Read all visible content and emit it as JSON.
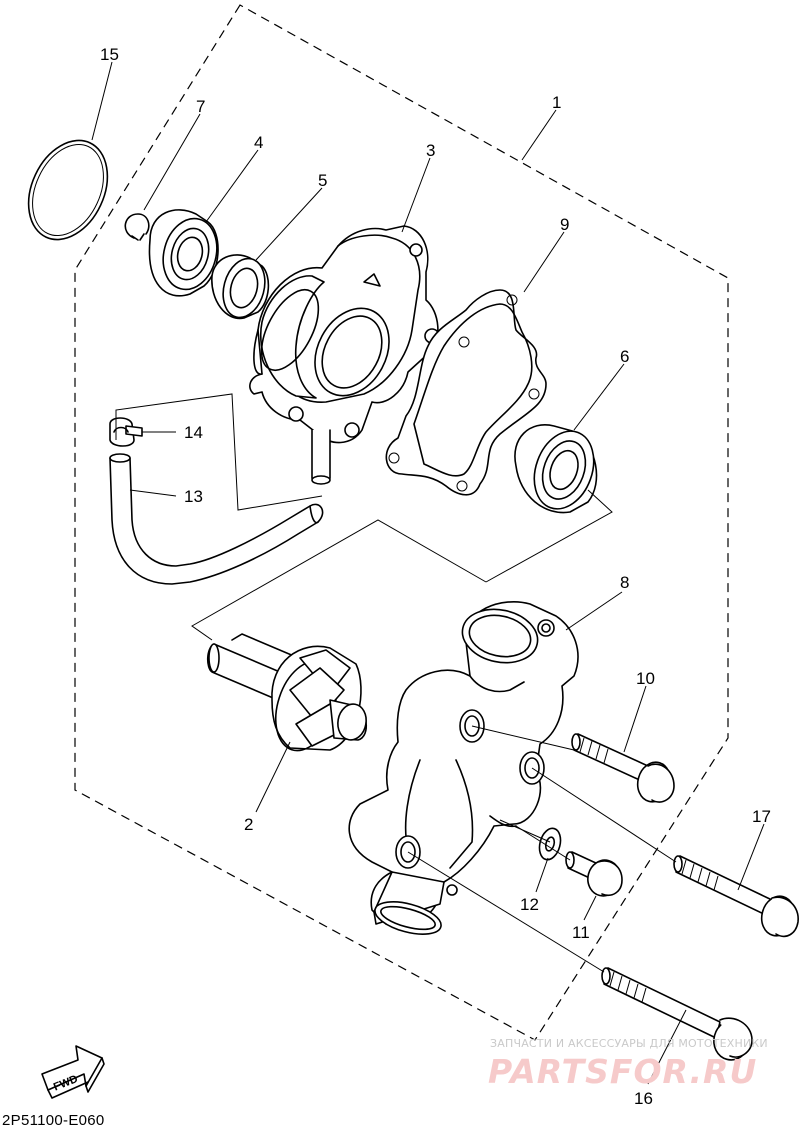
{
  "diagram": {
    "part_numbers": {
      "p1": "1",
      "p2": "2",
      "p3": "3",
      "p4": "4",
      "p5": "5",
      "p6": "6",
      "p7": "7",
      "p8": "8",
      "p9": "9",
      "p10": "10",
      "p11": "11",
      "p12": "12",
      "p13": "13",
      "p14": "14",
      "p15": "15",
      "p16": "16",
      "p17": "17"
    },
    "fwd_label": "FWD",
    "drawing_code": "2P51100-E060"
  },
  "watermark": {
    "tagline": "ЗАПЧАСТИ И АКСЕССУАРЫ ДЛЯ МОТОТЕХНИКИ",
    "brand": "PARTSFOR.RU"
  }
}
